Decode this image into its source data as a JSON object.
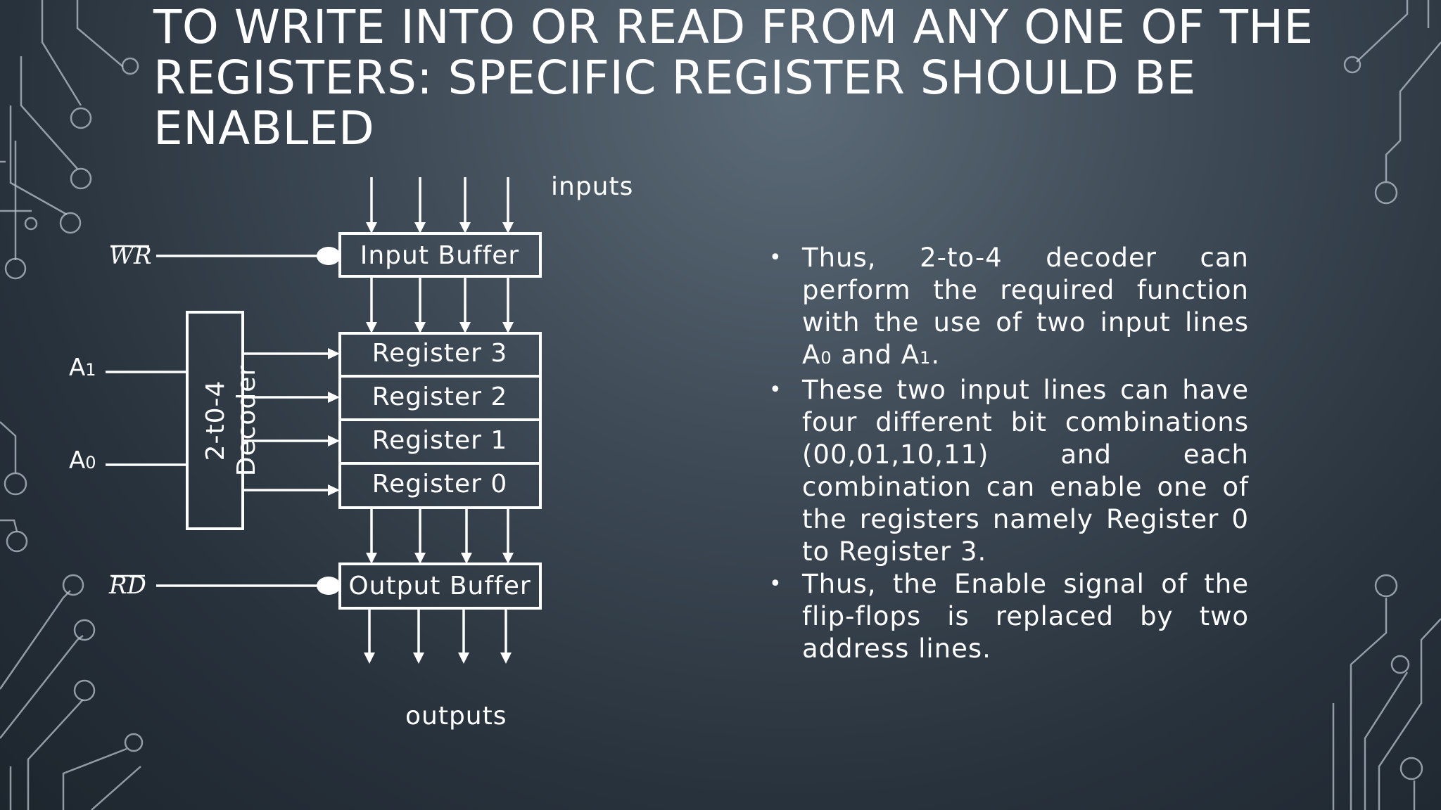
{
  "title": {
    "lines": [
      "TO WRITE INTO OR READ FROM ANY ONE OF THE",
      "REGISTERS: SPECIFIC REGISTER SHOULD BE",
      "ENABLED"
    ]
  },
  "diagram": {
    "inputs_label": "inputs",
    "outputs_label": "outputs",
    "wr_label": "WR",
    "rd_label": "RD",
    "a1_label": "A",
    "a1_sub": "1",
    "a0_label": "A",
    "a0_sub": "0",
    "input_buffer": "Input Buffer",
    "output_buffer": "Output Buffer",
    "registers": [
      "Register 3",
      "Register 2",
      "Register 1",
      "Register 0"
    ],
    "decoder_line1": "2-t0-4",
    "decoder_line2": "Decoder"
  },
  "bullets": [
    {
      "text": "Thus, 2-to-4 decoder can perform the required function with the use of two input lines A",
      "sub_a": "0",
      "mid": " and A",
      "sub_b": "1",
      "end": "."
    },
    {
      "text": "These two input lines can have four different bit combinations (00,01,10,11) and each combination can enable one of the registers namely Register 0 to Register 3."
    },
    {
      "text": "Thus, the Enable signal of the flip-flops is replaced by two address lines."
    }
  ],
  "colors": {
    "background_center": "#5c6b78",
    "background_edge": "#1d252d",
    "text": "#ffffff",
    "decoration": "#b8c2cc"
  }
}
